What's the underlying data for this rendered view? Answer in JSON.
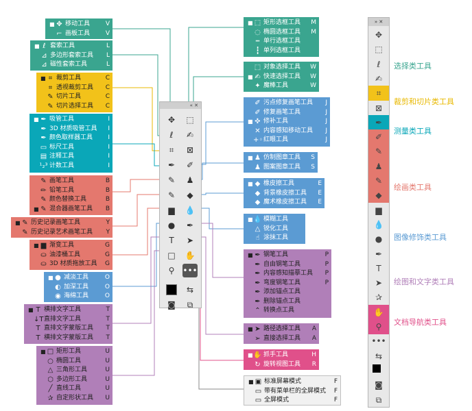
{
  "groups": [
    {
      "id": "move",
      "color": "teal",
      "items": [
        {
          "sel": true,
          "icon": "✥",
          "name": "移动工具",
          "key": "V"
        },
        {
          "sel": false,
          "icon": "⌐",
          "name": "画板工具",
          "key": "V"
        }
      ]
    },
    {
      "id": "lasso",
      "color": "teal",
      "items": [
        {
          "sel": true,
          "icon": "ℓ",
          "name": "套索工具",
          "key": "L"
        },
        {
          "sel": false,
          "icon": "⊿",
          "name": "多边形套索工具",
          "key": "L"
        },
        {
          "sel": false,
          "icon": "⊿",
          "name": "磁性套索工具",
          "key": "L"
        }
      ]
    },
    {
      "id": "crop",
      "color": "yellow",
      "items": [
        {
          "sel": true,
          "icon": "⌗",
          "name": "裁剪工具",
          "key": "C"
        },
        {
          "sel": false,
          "icon": "⌗",
          "name": "透视裁剪工具",
          "key": "C"
        },
        {
          "sel": false,
          "icon": "✎",
          "name": "切片工具",
          "key": "C"
        },
        {
          "sel": false,
          "icon": "✎",
          "name": "切片选择工具",
          "key": "C"
        }
      ]
    },
    {
      "id": "eyedropper",
      "color": "cyan",
      "items": [
        {
          "sel": true,
          "icon": "✒",
          "name": "吸管工具",
          "key": "I"
        },
        {
          "sel": false,
          "icon": "✒",
          "name": "3D 材质吸管工具",
          "key": "I"
        },
        {
          "sel": false,
          "icon": "✒",
          "name": "颜色取样器工具",
          "key": "I"
        },
        {
          "sel": false,
          "icon": "▭",
          "name": "标尺工具",
          "key": "I"
        },
        {
          "sel": false,
          "icon": "▤",
          "name": "注释工具",
          "key": "I"
        },
        {
          "sel": false,
          "icon": "¹₂³",
          "name": "计数工具",
          "key": "I"
        }
      ]
    },
    {
      "id": "brush",
      "color": "red",
      "items": [
        {
          "sel": false,
          "icon": "✎",
          "name": "画笔工具",
          "key": "B"
        },
        {
          "sel": false,
          "icon": "✏",
          "name": "铅笔工具",
          "key": "B"
        },
        {
          "sel": false,
          "icon": "✎",
          "name": "颜色替换工具",
          "key": "B"
        },
        {
          "sel": true,
          "icon": "✎",
          "name": "混合器画笔工具",
          "key": "B"
        }
      ]
    },
    {
      "id": "history",
      "color": "red",
      "items": [
        {
          "sel": true,
          "icon": "✎",
          "name": "历史记录画笔工具",
          "key": "Y"
        },
        {
          "sel": false,
          "icon": "✎",
          "name": "历史记录艺术画笔工具",
          "key": "Y"
        }
      ]
    },
    {
      "id": "gradient",
      "color": "red",
      "items": [
        {
          "sel": true,
          "icon": "▆",
          "name": "渐变工具",
          "key": "G"
        },
        {
          "sel": false,
          "icon": "⛀",
          "name": "油漆桶工具",
          "key": "G"
        },
        {
          "sel": false,
          "icon": "⛀",
          "name": "3D 材质拖放工具",
          "key": "G"
        }
      ]
    },
    {
      "id": "dodge",
      "color": "blue",
      "items": [
        {
          "sel": true,
          "icon": "●",
          "name": "减淡工具",
          "key": "O"
        },
        {
          "sel": false,
          "icon": "◐",
          "name": "加深工具",
          "key": "O"
        },
        {
          "sel": false,
          "icon": "◉",
          "name": "海绵工具",
          "key": "O"
        }
      ]
    },
    {
      "id": "type",
      "color": "purple",
      "items": [
        {
          "sel": true,
          "icon": "T",
          "name": "横排文字工具",
          "key": "T"
        },
        {
          "sel": false,
          "icon": "↓T",
          "name": "直排文字工具",
          "key": "T"
        },
        {
          "sel": false,
          "icon": "T",
          "name": "直排文字蒙版工具",
          "key": "T"
        },
        {
          "sel": false,
          "icon": "T",
          "name": "横排文字蒙版工具",
          "key": "T"
        }
      ]
    },
    {
      "id": "shape",
      "color": "purple",
      "items": [
        {
          "sel": true,
          "icon": "□",
          "name": "矩形工具",
          "key": "U"
        },
        {
          "sel": false,
          "icon": "○",
          "name": "椭圆工具",
          "key": "U"
        },
        {
          "sel": false,
          "icon": "△",
          "name": "三角形工具",
          "key": "U"
        },
        {
          "sel": false,
          "icon": "⬡",
          "name": "多边形工具",
          "key": "U"
        },
        {
          "sel": false,
          "icon": "╱",
          "name": "直线工具",
          "key": "U"
        },
        {
          "sel": false,
          "icon": "✰",
          "name": "自定形状工具",
          "key": "U"
        }
      ]
    },
    {
      "id": "marquee",
      "color": "teal",
      "items": [
        {
          "sel": true,
          "icon": "⬚",
          "name": "矩形选框工具",
          "key": "M"
        },
        {
          "sel": false,
          "icon": "◌",
          "name": "椭圆选框工具",
          "key": "M"
        },
        {
          "sel": false,
          "icon": "┅",
          "name": "单行选框工具",
          "key": ""
        },
        {
          "sel": false,
          "icon": "┇",
          "name": "单列选框工具",
          "key": ""
        }
      ]
    },
    {
      "id": "quickselect",
      "color": "teal",
      "items": [
        {
          "sel": false,
          "icon": "⬚",
          "name": "对象选择工具",
          "key": "W"
        },
        {
          "sel": true,
          "icon": "✍",
          "name": "快速选择工具",
          "key": "W"
        },
        {
          "sel": false,
          "icon": "✦",
          "name": "魔棒工具",
          "key": "W"
        }
      ]
    },
    {
      "id": "heal",
      "color": "blue",
      "items": [
        {
          "sel": false,
          "icon": "✐",
          "name": "污点修复画笔工具",
          "key": "J"
        },
        {
          "sel": false,
          "icon": "✐",
          "name": "修复画笔工具",
          "key": "J"
        },
        {
          "sel": true,
          "icon": "✜",
          "name": "修补工具",
          "key": "J"
        },
        {
          "sel": false,
          "icon": "✕",
          "name": "内容感知移动工具",
          "key": "J"
        },
        {
          "sel": false,
          "icon": "+◦",
          "name": "红眼工具",
          "key": "J"
        }
      ]
    },
    {
      "id": "stamp",
      "color": "blue",
      "items": [
        {
          "sel": true,
          "icon": "♟",
          "name": "仿制图章工具",
          "key": "S"
        },
        {
          "sel": false,
          "icon": "♟",
          "name": "图案图章工具",
          "key": "S"
        }
      ]
    },
    {
      "id": "eraser",
      "color": "blue",
      "items": [
        {
          "sel": true,
          "icon": "◆",
          "name": "橡皮擦工具",
          "key": "E"
        },
        {
          "sel": false,
          "icon": "◆",
          "name": "背景橡皮擦工具",
          "key": "E"
        },
        {
          "sel": false,
          "icon": "◆",
          "name": "魔术橡皮擦工具",
          "key": "E"
        }
      ]
    },
    {
      "id": "blur",
      "color": "blue",
      "items": [
        {
          "sel": true,
          "icon": "💧",
          "name": "模糊工具",
          "key": ""
        },
        {
          "sel": false,
          "icon": "△",
          "name": "锐化工具",
          "key": ""
        },
        {
          "sel": false,
          "icon": "☝",
          "name": "涂抹工具",
          "key": ""
        }
      ]
    },
    {
      "id": "pen",
      "color": "purple",
      "items": [
        {
          "sel": true,
          "icon": "✒",
          "name": "钢笔工具",
          "key": "P"
        },
        {
          "sel": false,
          "icon": "✒",
          "name": "自由钢笔工具",
          "key": "P"
        },
        {
          "sel": false,
          "icon": "✒",
          "name": "内容感知描摹工具",
          "key": "P"
        },
        {
          "sel": false,
          "icon": "✒",
          "name": "弯度钢笔工具",
          "key": "P"
        },
        {
          "sel": false,
          "icon": "✒",
          "name": "添加锚点工具",
          "key": ""
        },
        {
          "sel": false,
          "icon": "✒",
          "name": "删除锚点工具",
          "key": ""
        },
        {
          "sel": false,
          "icon": "⌃",
          "name": "转换点工具",
          "key": ""
        }
      ]
    },
    {
      "id": "pathsel",
      "color": "purple",
      "items": [
        {
          "sel": true,
          "icon": "➤",
          "name": "路径选择工具",
          "key": "A"
        },
        {
          "sel": false,
          "icon": "➢",
          "name": "直接选择工具",
          "key": "A"
        }
      ]
    },
    {
      "id": "hand",
      "color": "pink",
      "items": [
        {
          "sel": true,
          "icon": "✋",
          "name": "抓手工具",
          "key": "H"
        },
        {
          "sel": false,
          "icon": "↻",
          "name": "旋转视图工具",
          "key": "R"
        }
      ]
    },
    {
      "id": "screen",
      "color": "gray",
      "items": [
        {
          "sel": true,
          "icon": "▣",
          "name": "标准屏幕模式",
          "key": "F"
        },
        {
          "sel": false,
          "icon": "▭",
          "name": "带有菜单栏的全屏模式",
          "key": "F"
        },
        {
          "sel": false,
          "icon": "▭",
          "name": "全屏模式",
          "key": "F"
        }
      ]
    }
  ],
  "toolbar": {
    "header": "« ✕",
    "buttons": [
      {
        "name": "move",
        "icon": "✥"
      },
      {
        "name": "marquee",
        "icon": "⬚"
      },
      {
        "name": "lasso",
        "icon": "ℓ"
      },
      {
        "name": "quickselect",
        "icon": "✍"
      },
      {
        "name": "crop",
        "icon": "⌗"
      },
      {
        "name": "frame",
        "icon": "⊠"
      },
      {
        "name": "eyedropper",
        "icon": "✒"
      },
      {
        "name": "heal",
        "icon": "✐"
      },
      {
        "name": "brush",
        "icon": "✎"
      },
      {
        "name": "stamp",
        "icon": "♟"
      },
      {
        "name": "history",
        "icon": "✎"
      },
      {
        "name": "eraser",
        "icon": "◆"
      },
      {
        "name": "gradient",
        "icon": "▆"
      },
      {
        "name": "blur",
        "icon": "💧"
      },
      {
        "name": "dodge",
        "icon": "●"
      },
      {
        "name": "pen",
        "icon": "✒"
      },
      {
        "name": "type",
        "icon": "T"
      },
      {
        "name": "pathsel",
        "icon": "➤"
      },
      {
        "name": "shape",
        "icon": "□"
      },
      {
        "name": "hand",
        "icon": "✋"
      },
      {
        "name": "zoom",
        "icon": "⚲"
      },
      {
        "name": "more",
        "icon": "•••"
      },
      {
        "name": "colors",
        "icon": ""
      },
      {
        "name": "swap",
        "icon": "⇆"
      },
      {
        "name": "quickmask",
        "icon": "◙"
      },
      {
        "name": "screenmode",
        "icon": "⧉"
      }
    ]
  },
  "categories": [
    {
      "label": "选择类工具",
      "color": "#3aa58f"
    },
    {
      "label": "裁剪和切片类工具",
      "color": "#e8b800"
    },
    {
      "label": "测量类工具",
      "color": "#0aa7b8"
    },
    {
      "label": "绘画类工具",
      "color": "#e4786e"
    },
    {
      "label": "图像修饰类工具",
      "color": "#5b9bd3"
    },
    {
      "label": "绘图和文字类工具",
      "color": "#b07fb8"
    },
    {
      "label": "文档导航类工具",
      "color": "#e0508a"
    }
  ],
  "narrow_panel": {
    "header": "» ✕",
    "buttons": [
      {
        "icon": "✥",
        "cat": ""
      },
      {
        "icon": "⬚",
        "cat": ""
      },
      {
        "icon": "ℓ",
        "cat": ""
      },
      {
        "icon": "✍",
        "cat": ""
      },
      {
        "icon": "⌗",
        "cat": "yellow"
      },
      {
        "icon": "⊠",
        "cat": ""
      },
      {
        "icon": "✒",
        "cat": "cyan"
      },
      {
        "icon": "✐",
        "cat": "red"
      },
      {
        "icon": "✎",
        "cat": "red"
      },
      {
        "icon": "♟",
        "cat": "red"
      },
      {
        "icon": "✎",
        "cat": "red"
      },
      {
        "icon": "◆",
        "cat": "red"
      },
      {
        "icon": "▆",
        "cat": ""
      },
      {
        "icon": "💧",
        "cat": ""
      },
      {
        "icon": "●",
        "cat": ""
      },
      {
        "icon": "✒",
        "cat": ""
      },
      {
        "icon": "T",
        "cat": ""
      },
      {
        "icon": "➤",
        "cat": ""
      },
      {
        "icon": "✰",
        "cat": ""
      },
      {
        "icon": "✋",
        "cat": "pink"
      },
      {
        "icon": "⚲",
        "cat": "pink"
      },
      {
        "icon": "•••",
        "cat": ""
      },
      {
        "icon": "⇆",
        "cat": ""
      },
      {
        "icon": "",
        "cat": ""
      },
      {
        "icon": "◙",
        "cat": ""
      },
      {
        "icon": "⧉",
        "cat": ""
      }
    ]
  }
}
